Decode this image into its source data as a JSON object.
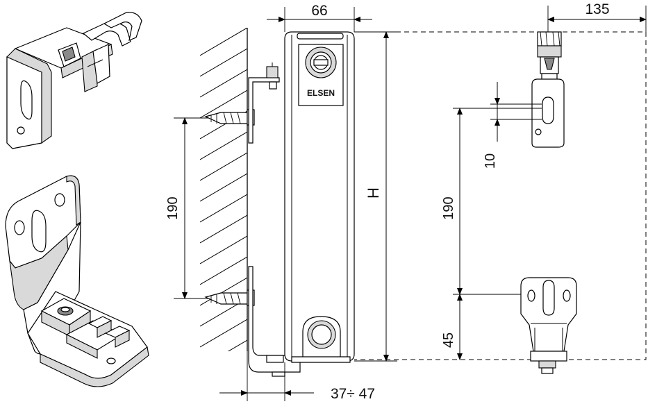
{
  "dimensions": {
    "depth": "66",
    "wall_offset_top": "135",
    "bracket_spacing_left": "190",
    "height": "H",
    "slot_length": "10",
    "bracket_spacing_right": "190",
    "bottom_offset": "45",
    "wall_gap": "37÷ 47"
  },
  "brand": {
    "logo_text": "ELSEN"
  }
}
